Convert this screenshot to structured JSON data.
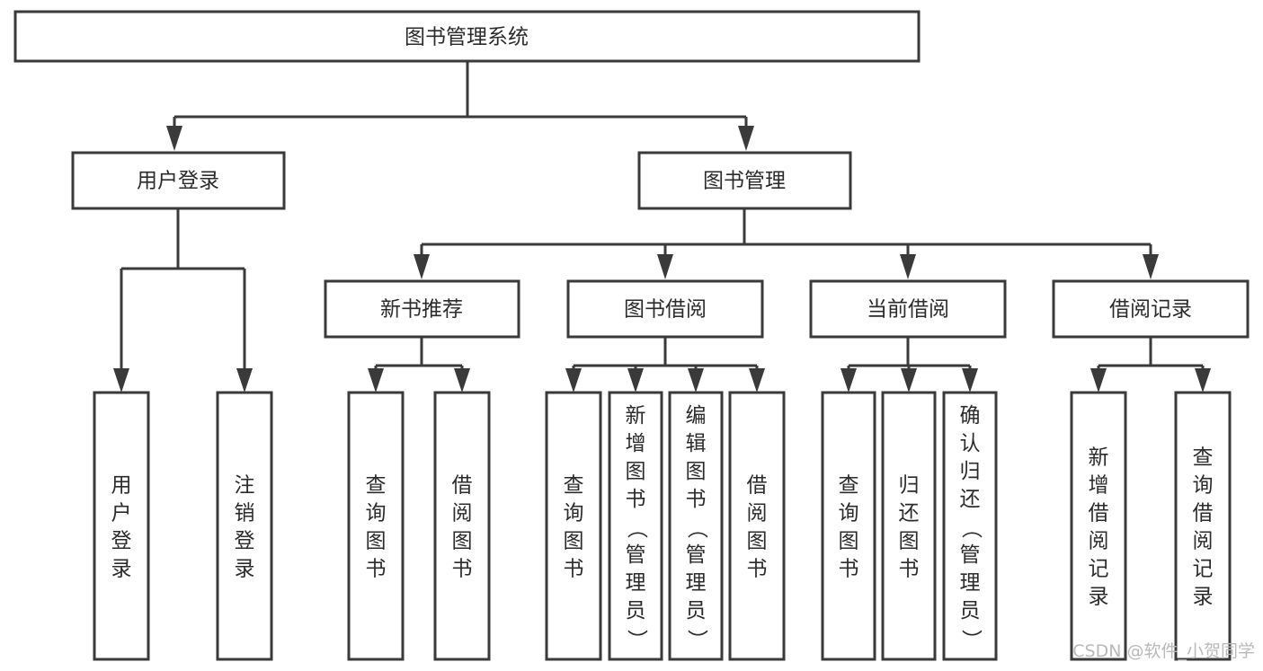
{
  "diagram": {
    "type": "tree-hierarchy-chart",
    "title": "图书管理系统",
    "orientation": "top-down",
    "colors": {
      "box_stroke": "#3a3a3a",
      "box_fill": "#ffffff",
      "connector": "#3a3a3a",
      "text": "#2b2b2b",
      "watermark": "#b9b9b9",
      "background": "#ffffff"
    },
    "root": {
      "label": "图书管理系统",
      "orientation": "horizontal"
    },
    "level2": [
      {
        "label": "用户登录",
        "orientation": "horizontal"
      },
      {
        "label": "图书管理",
        "orientation": "horizontal"
      }
    ],
    "level3": [
      {
        "label": "新书推荐",
        "orientation": "horizontal",
        "parent": "图书管理"
      },
      {
        "label": "图书借阅",
        "orientation": "horizontal",
        "parent": "图书管理"
      },
      {
        "label": "当前借阅",
        "orientation": "horizontal",
        "parent": "图书管理"
      },
      {
        "label": "借阅记录",
        "orientation": "horizontal",
        "parent": "图书管理"
      }
    ],
    "leaves": [
      {
        "label": "用户登录",
        "parent": "用户登录",
        "orientation": "vertical"
      },
      {
        "label": "注销登录",
        "parent": "用户登录",
        "orientation": "vertical"
      },
      {
        "label": "查询图书",
        "parent": "新书推荐",
        "orientation": "vertical"
      },
      {
        "label": "借阅图书",
        "parent": "新书推荐",
        "orientation": "vertical"
      },
      {
        "label": "查询图书",
        "parent": "图书借阅",
        "orientation": "vertical"
      },
      {
        "label": "新增图书（管理员）",
        "parent": "图书借阅",
        "orientation": "vertical"
      },
      {
        "label": "编辑图书（管理员）",
        "parent": "图书借阅",
        "orientation": "vertical"
      },
      {
        "label": "借阅图书",
        "parent": "图书借阅",
        "orientation": "vertical"
      },
      {
        "label": "查询图书",
        "parent": "当前借阅",
        "orientation": "vertical"
      },
      {
        "label": "归还图书",
        "parent": "当前借阅",
        "orientation": "vertical"
      },
      {
        "label": "确认归还（管理员）",
        "parent": "当前借阅",
        "orientation": "vertical"
      },
      {
        "label": "新增借阅记录",
        "parent": "借阅记录",
        "orientation": "vertical"
      },
      {
        "label": "查询借阅记录",
        "parent": "借阅记录",
        "orientation": "vertical"
      }
    ]
  },
  "watermark": {
    "text": "CSDN @软件_小贺同学"
  }
}
